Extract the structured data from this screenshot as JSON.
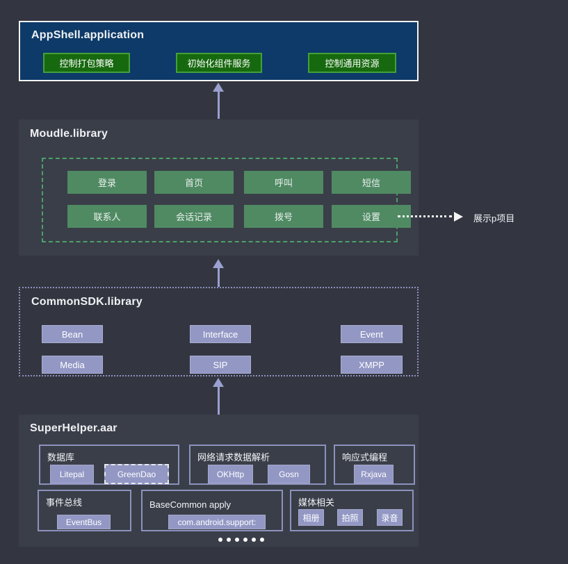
{
  "colors": {
    "page-bg": "#333640",
    "section-bg": "#3a3e48",
    "appshell-bg": "#0d3a68",
    "appshell-border": "#f5f5f5",
    "green-btn-bg": "#17690f",
    "green-btn-border": "#42a139",
    "module-btn-bg": "#4f8a63",
    "module-dashed": "#4da06a",
    "lavender": "#9297c4",
    "lavender-border": "#8d92bf",
    "arrow": "#9aa0cf"
  },
  "appshell": {
    "title": "AppShell.application",
    "buttons": [
      "控制打包策略",
      "初始化组件服务",
      "控制通用资源"
    ]
  },
  "module": {
    "title": "Moudle.library",
    "buttons": [
      "登录",
      "首页",
      "呼叫",
      "短信",
      "联系人",
      "会话记录",
      "拨号",
      "设置"
    ]
  },
  "annotation": {
    "label": "展示p项目"
  },
  "commonsdk": {
    "title": "CommonSDK.library",
    "buttons": [
      "Bean",
      "Interface",
      "Event",
      "Media",
      "SIP",
      "XMPP"
    ]
  },
  "superhelper": {
    "title": "SuperHelper.aar",
    "groups": [
      {
        "label": "数据库",
        "items": [
          "Litepal",
          "GreenDao"
        ]
      },
      {
        "label": "网络请求数据解析",
        "items": [
          "OKHttp",
          "Gosn"
        ]
      },
      {
        "label": "响应式编程",
        "items": [
          "Rxjava"
        ]
      },
      {
        "label": "事件总线",
        "items": [
          "EventBus"
        ]
      },
      {
        "label": "BaseCommon apply",
        "items": [
          "com.android.support:"
        ]
      },
      {
        "label": "媒体相关",
        "items": [
          "相册",
          "拍照",
          "录音"
        ]
      }
    ]
  }
}
